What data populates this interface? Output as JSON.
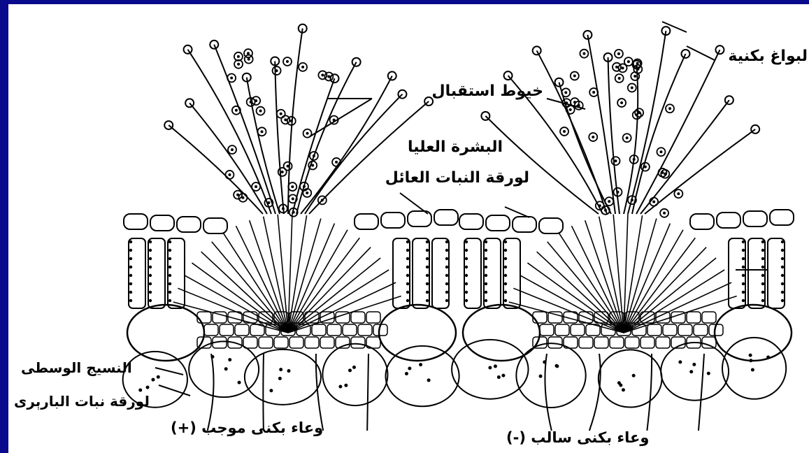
{
  "colors": {
    "border": "#0a0a8c",
    "paper": "#ffffff",
    "ink": "#000000"
  },
  "labels": {
    "receptive_hyphae": "خيوط استقبال",
    "pycniospores": "لبواغ بكنية",
    "upper_epidermis_line1": "البشرة العليا",
    "upper_epidermis_line2": "لورقة النبات العائل",
    "mesophyll_line1": "النسيج الوسطى",
    "mesophyll_line2": "لورقة نبات البارېرى",
    "plus_caption": "وعاء بكنى موجب  (+)",
    "minus_caption": "وعاء بكنى سالب  (-)"
  }
}
